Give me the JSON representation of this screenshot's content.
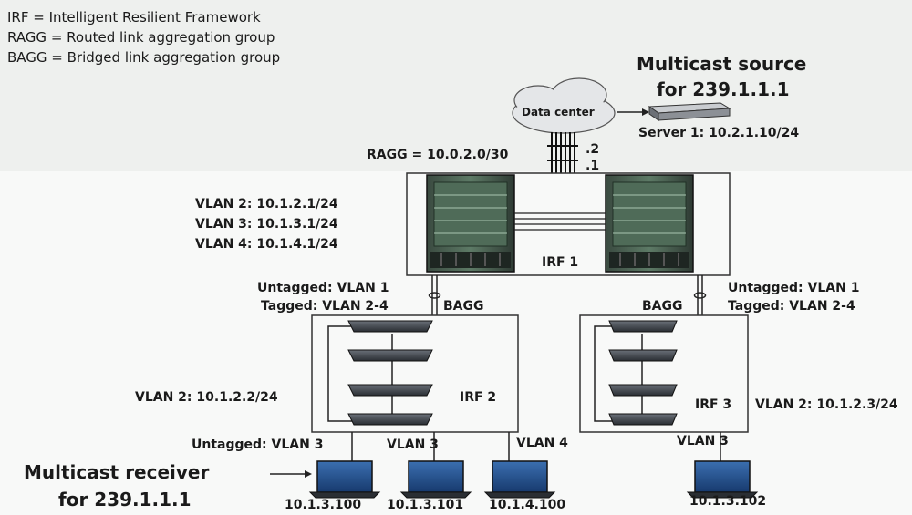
{
  "legend": [
    "IRF = Intelligent Resilient Framework",
    "RAGG = Routed link aggregation group",
    "BAGG = Bridged link aggregation group"
  ],
  "source": {
    "title_line1": "Multicast source",
    "title_line2": "for 239.1.1.1",
    "server_label": "Server 1: 10.2.1.10/24"
  },
  "cloud_label": "Data center",
  "ragg": {
    "label": "RAGG = 10.0.2.0/30",
    "ip_top": ".2",
    "ip_bottom": ".1"
  },
  "core": {
    "vlans": [
      "VLAN 2: 10.1.2.1/24",
      "VLAN 3: 10.1.3.1/24",
      "VLAN 4: 10.1.4.1/24"
    ],
    "irf_label": "IRF 1"
  },
  "left_uplink": {
    "untagged": "Untagged: VLAN 1",
    "tagged": "Tagged: VLAN 2-4",
    "bagg": "BAGG"
  },
  "right_uplink": {
    "untagged": "Untagged: VLAN 1",
    "tagged": "Tagged: VLAN 2-4",
    "bagg": "BAGG"
  },
  "irf2": {
    "label": "IRF 2",
    "vlan": "VLAN 2: 10.1.2.2/24"
  },
  "irf3": {
    "label": "IRF 3",
    "vlan": "VLAN 2: 10.1.2.3/24"
  },
  "hosts": [
    {
      "port_label": "Untagged: VLAN 3",
      "ip": "10.1.3.100"
    },
    {
      "port_label": "VLAN 3",
      "ip": "10.1.3.101"
    },
    {
      "port_label": "VLAN 4",
      "ip": "10.1.4.100"
    },
    {
      "port_label": "VLAN 3",
      "ip": "10.1.3.102"
    }
  ],
  "receiver": {
    "line1": "Multicast receiver",
    "line2": "for 239.1.1.1"
  }
}
